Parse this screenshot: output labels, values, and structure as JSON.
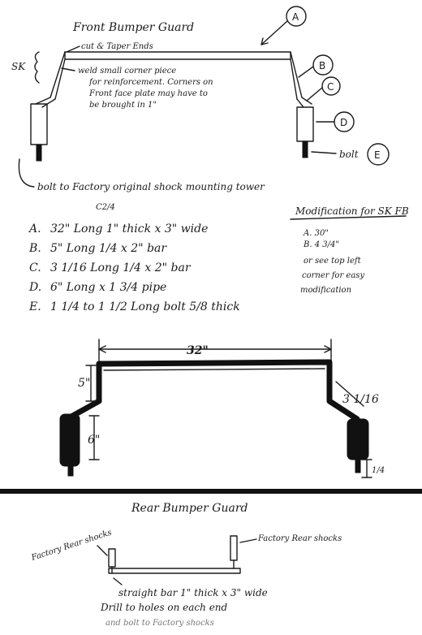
{
  "front": {
    "title": "Front Bumper Guard",
    "callouts": {
      "a": "A",
      "b": "B",
      "c": "C",
      "d": "D",
      "e": "E"
    },
    "label_sk": "SK",
    "cut_taper": "cut & Taper Ends",
    "weld_note": [
      "weld small corner piece",
      "for reinforcement. Corners on",
      "Front face plate may have to",
      "be brought in 1\""
    ],
    "bolt_label": "bolt",
    "bolt_tower": "bolt to Factory original shock mounting tower"
  },
  "parts": {
    "header": "C2/4",
    "items": [
      {
        "letter": "A.",
        "text": "32\" Long  1\" thick x 3\" wide"
      },
      {
        "letter": "B.",
        "text": "5\" Long     1/4 x 2\" bar"
      },
      {
        "letter": "C.",
        "text": "3 1/16 Long  1/4 x 2\" bar"
      },
      {
        "letter": "D.",
        "text": "6\" Long x 1 3/4 pipe"
      },
      {
        "letter": "E.",
        "text": "1 1/4 to 1 1/2 Long bolt  5/8 thick"
      }
    ]
  },
  "mod": {
    "title": "Modification for SK FB",
    "lines": [
      "A. 30\"",
      "B. 4 3/4\"",
      "or see top left",
      "corner for easy",
      "modification"
    ]
  },
  "dims": {
    "width": "32\"",
    "five": "5\"",
    "six": "6\"",
    "angle": "3 1/16",
    "quarter": "1/4"
  },
  "rear": {
    "title": "Rear Bumper Guard",
    "shocks_left": "Factory Rear shocks",
    "shocks_right": "Factory Rear shocks",
    "bar_note": [
      "straight bar 1\" thick x 3\" wide",
      "Drill to holes on each end",
      "and bolt to Factory shocks"
    ]
  }
}
